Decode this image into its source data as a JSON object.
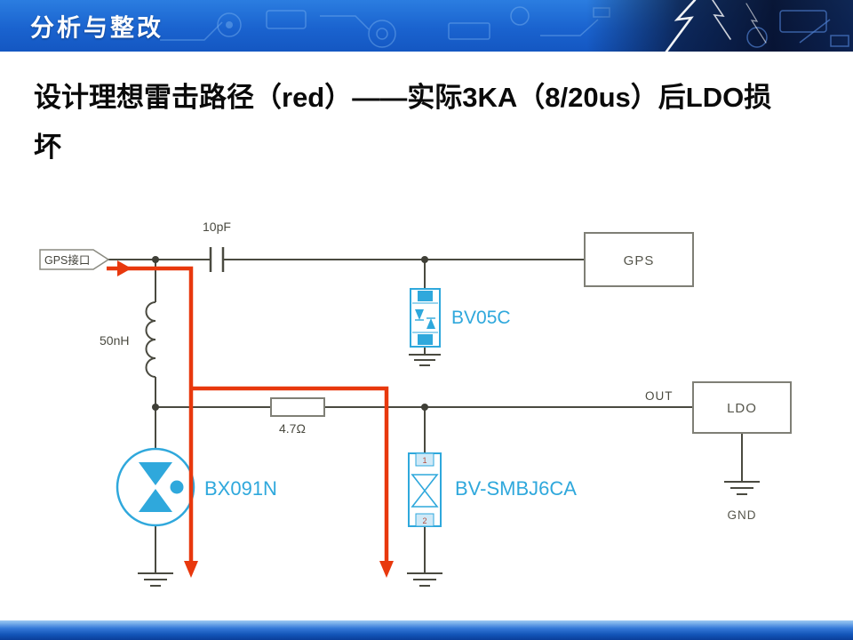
{
  "slide": {
    "header_title": "分析与整改",
    "heading_line1": "设计理想雷击路径（red）——实际3KA（8/20us）后LDO损",
    "heading_line2": "坏"
  },
  "circuit": {
    "connector_label": "GPS接口",
    "capacitor_label": "10pF",
    "gps_box_label": "GPS",
    "tvs_top_label": "BV05C",
    "inductor_label": "50nH",
    "resistor_label": "4.7Ω",
    "out_label": "OUT",
    "ldo_box_label": "LDO",
    "gnd_label": "GND",
    "gdt_label": "BX091N",
    "tvs_bottom_label": "BV-SMBJ6CA",
    "tvs_bottom_pin1": "1",
    "tvs_bottom_pin2": "2",
    "colors": {
      "component_blue": "#2FA8DC",
      "wire_gray": "#4A4A40",
      "surge_red": "#E8380D",
      "header_blue": "#1A63CF"
    }
  }
}
